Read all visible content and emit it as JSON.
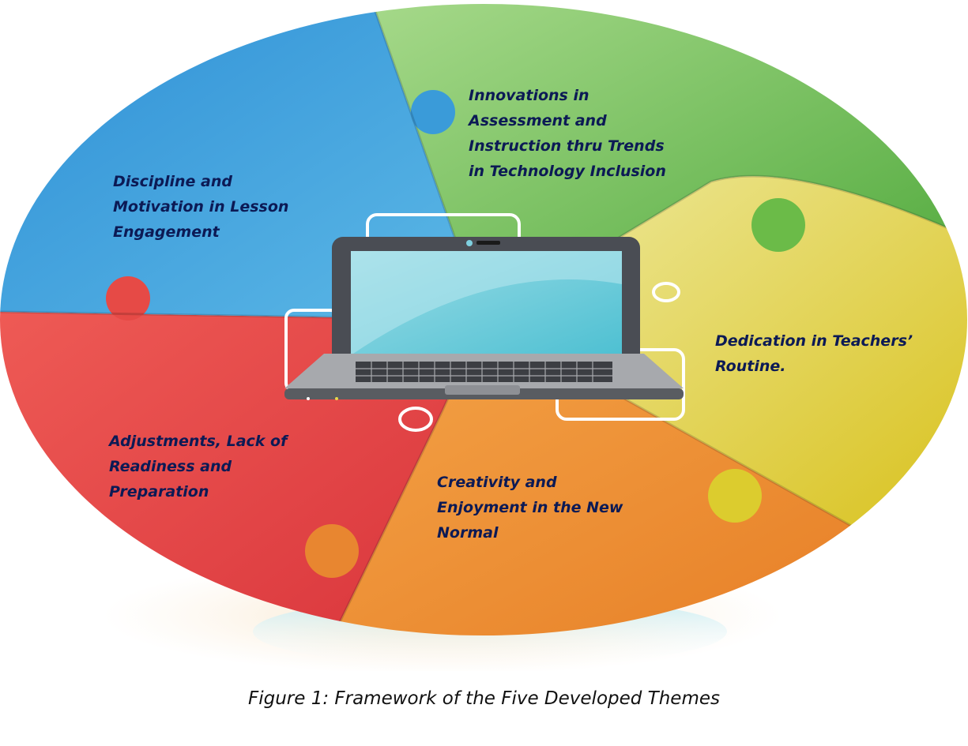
{
  "themes": [
    {
      "id": "innovations",
      "color": "#6cbb47",
      "lines": [
        "Innovations in",
        "Assessment and",
        "Instruction thru Trends",
        "in Technology Inclusion"
      ]
    },
    {
      "id": "dedication",
      "color": "#e2d43a",
      "lines": [
        "Dedication in Teachers’",
        "Routine."
      ]
    },
    {
      "id": "creativity",
      "color": "#ef8a2c",
      "lines": [
        "Creativity and",
        "Enjoyment in the New",
        "Normal"
      ]
    },
    {
      "id": "adjustments",
      "color": "#e0413f",
      "lines": [
        "Adjustments, Lack of",
        "Readiness and",
        "Preparation"
      ]
    },
    {
      "id": "discipline",
      "color": "#3d9fd6",
      "lines": [
        "Discipline and",
        "Motivation in Lesson",
        "Engagement"
      ]
    }
  ],
  "center_icon": "laptop-icon",
  "caption": "Figure 1: Framework of the Five Developed Themes"
}
